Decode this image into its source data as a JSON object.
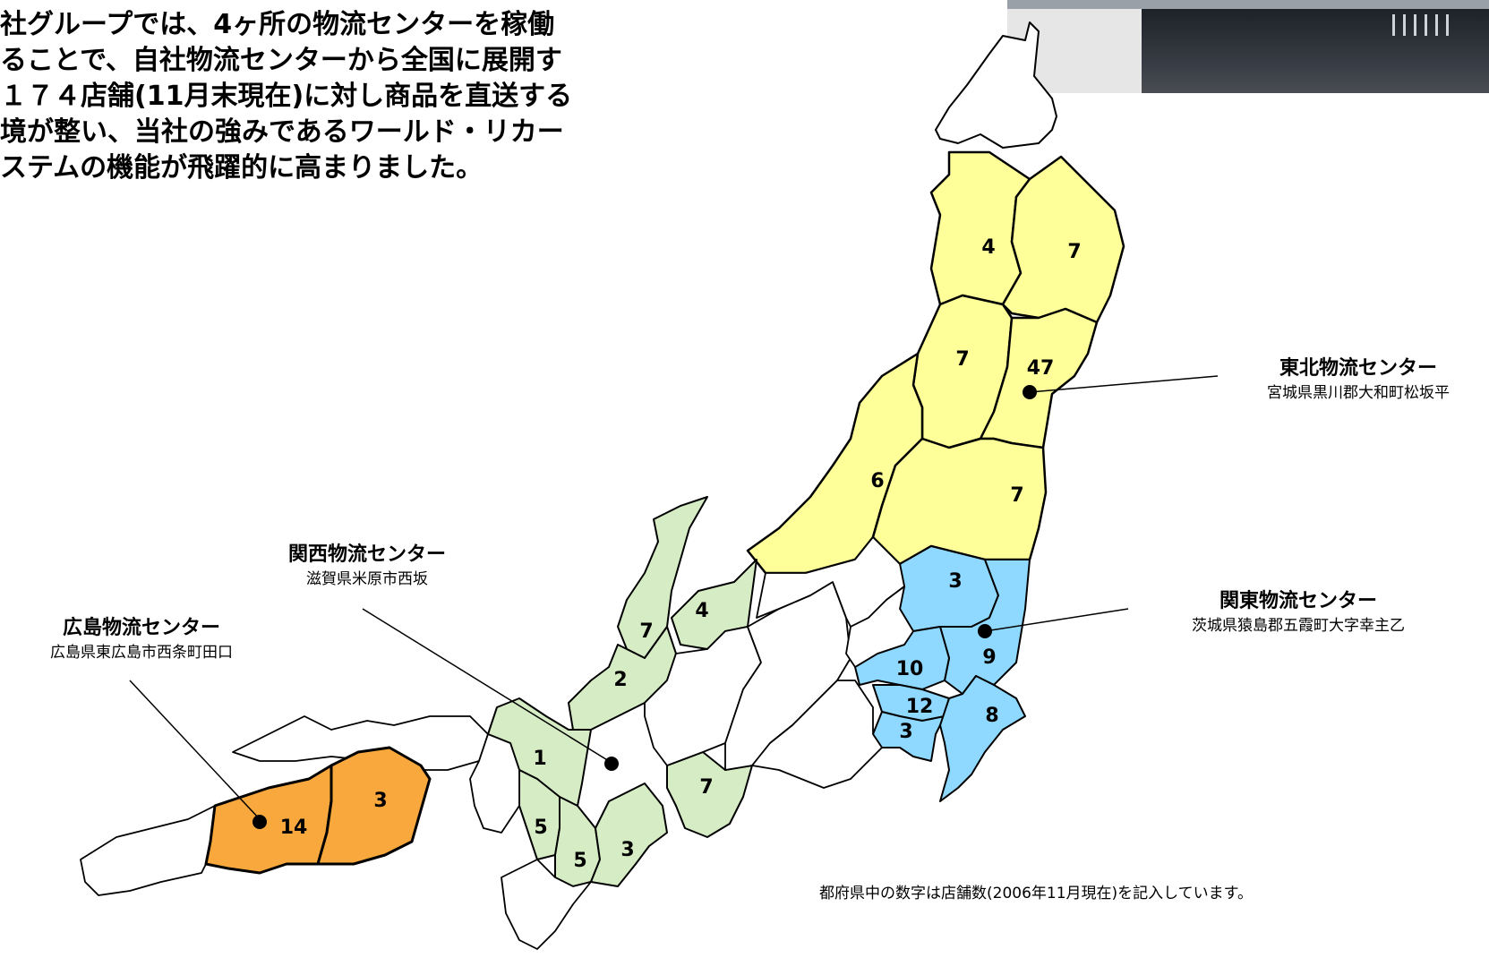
{
  "intro": {
    "lines": [
      "社グループでは、4ヶ所の物流センターを稼働",
      "ることで、自社物流センターから全国に展開す",
      "１７４店舗(11月末現在)に対し商品を直送する",
      "境が整い、当社の強みであるワールド・リカー",
      "ステムの機能が飛躍的に高まりました。"
    ]
  },
  "centers": {
    "tohoku": {
      "name": "東北物流センター",
      "address": "宮城県黒川郡大和町松坂平"
    },
    "kanto": {
      "name": "関東物流センター",
      "address": "茨城県猿島郡五霞町大字幸主乙"
    },
    "kansai": {
      "name": "関西物流センター",
      "address": "滋賀県米原市西坂"
    },
    "hiroshima": {
      "name": "広島物流センター",
      "address": "広島県東広島市西条町田口"
    }
  },
  "region_colors": {
    "tohoku": "#ffff99",
    "kanto": "#8fd8ff",
    "kansai": "#d6ecc4",
    "hiroshima": "#f8a83c",
    "none": "#ffffff"
  },
  "store_counts": {
    "aomori": "4",
    "iwate": "7",
    "akita": "7",
    "miyagi": "47",
    "yamagata": "6",
    "fukushima": "7",
    "tochigi": "3",
    "ibaraki": "9",
    "saitama": "10",
    "tokyo": "12",
    "kanagawa": "3",
    "chiba": "8",
    "toyama": "4",
    "ishikawa": "7",
    "fukui": "2",
    "kyoto": "1",
    "aichi": "7",
    "osaka": "5",
    "nara": "5",
    "mie": "3",
    "hiroshima": "14",
    "okayama": "3"
  },
  "footnote": "都府県中の数字は店舗数(2006年11月現在)を記入しています。"
}
